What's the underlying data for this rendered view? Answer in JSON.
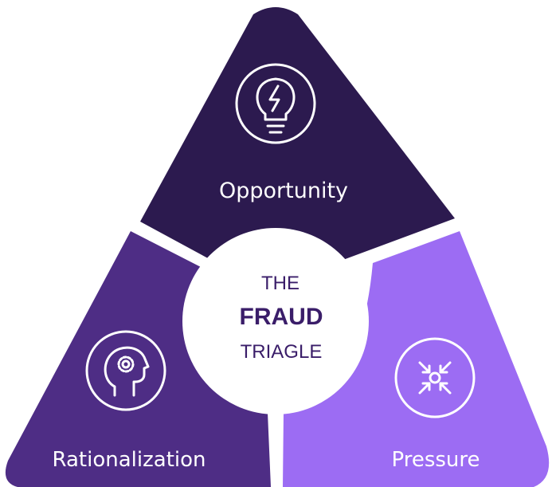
{
  "diagram": {
    "center": {
      "line1": "THE",
      "line2": "FRAUD",
      "line3": "TRIAGLE"
    },
    "segments": [
      {
        "id": "opportunity",
        "label": "Opportunity",
        "icon": "lightbulb-icon",
        "color": "#2c1a4f"
      },
      {
        "id": "rationalization",
        "label": "Rationalization",
        "icon": "head-gear-icon",
        "color": "#4e2d85"
      },
      {
        "id": "pressure",
        "label": "Pressure",
        "icon": "compress-arrows-icon",
        "color": "#9c6cf3"
      }
    ],
    "colors": {
      "center_fill": "#ffffff",
      "center_text": "#3a1d69",
      "icon_stroke": "#ffffff"
    }
  }
}
